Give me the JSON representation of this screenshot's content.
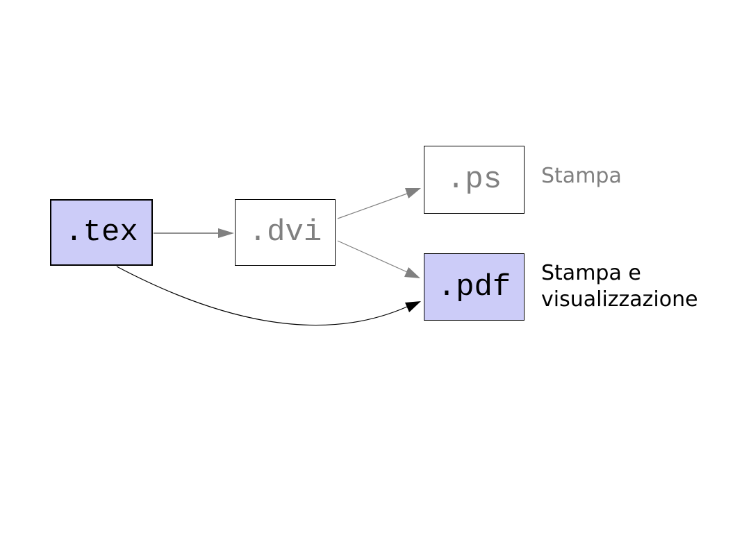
{
  "diagram": {
    "background": "#ffffff",
    "nodes": [
      {
        "id": "tex",
        "label": ".tex",
        "fill": "#ccccf8",
        "border": "#000000",
        "text_color": "#000000"
      },
      {
        "id": "dvi",
        "label": ".dvi",
        "fill": "#ffffff",
        "border": "#000000",
        "text_color": "#808080"
      },
      {
        "id": "ps",
        "label": ".ps",
        "fill": "#ffffff",
        "border": "#000000",
        "text_color": "#808080"
      },
      {
        "id": "pdf",
        "label": ".pdf",
        "fill": "#ccccf8",
        "border": "#000000",
        "text_color": "#000000"
      }
    ],
    "edges": [
      {
        "from": "tex",
        "to": "dvi",
        "style": "straight",
        "color": "#808080"
      },
      {
        "from": "dvi",
        "to": "ps",
        "style": "straight",
        "color": "#808080"
      },
      {
        "from": "dvi",
        "to": "pdf",
        "style": "straight",
        "color": "#808080"
      },
      {
        "from": "tex",
        "to": "pdf",
        "style": "curved",
        "color": "#000000"
      }
    ],
    "annotations": [
      {
        "target": "ps",
        "text": "Stampa",
        "color": "#808080"
      },
      {
        "target": "pdf",
        "text": "Stampa e visualizzazione",
        "color": "#000000"
      }
    ]
  }
}
